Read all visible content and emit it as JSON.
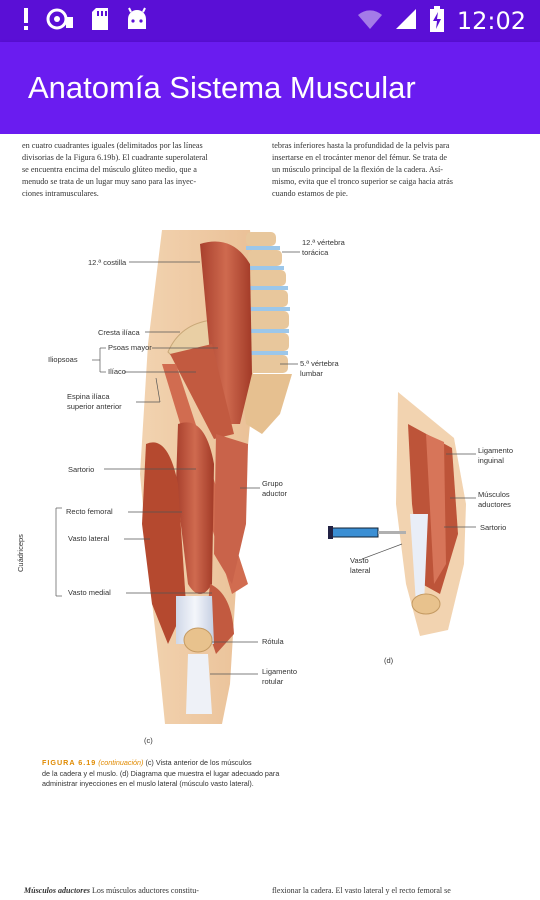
{
  "status_bar": {
    "time": "12:02",
    "icons": [
      "alert-icon",
      "sync-icon",
      "sd-card-icon",
      "android-icon",
      "wifi-icon",
      "signal-icon",
      "battery-icon"
    ]
  },
  "app_bar": {
    "title": "Anatomía Sistema Muscular"
  },
  "page": {
    "left_col": [
      "en cuatro cuadrantes iguales (delimitados por las líneas",
      "divisorias de la Figura 6.19b). El cuadrante superolateral",
      "se encuentra encima del músculo glúteo medio, que a",
      "menudo se trata de un lugar muy sano para las inyec-",
      "ciones intramusculares."
    ],
    "right_col": [
      "tebras inferiores hasta la profundidad de la pelvis para",
      "insertarse en el trocánter menor del fémur. Se trata de",
      "un músculo principal de la flexión de la cadera. Así-",
      "mismo, evita que el tronco superior se caiga hacia atrás",
      "cuando estamos de pie."
    ],
    "labels": {
      "costilla": "12.ª costilla",
      "vertebra_toracica": [
        "12.ª vértebra",
        "torácica"
      ],
      "cresta": "Cresta ilíaca",
      "iliopsoas": "Iliopsoas",
      "psoas": "Psoas mayor",
      "iliaco": "Ilíaco",
      "vertebra_lumbar": [
        "5.ª vértebra",
        "lumbar"
      ],
      "espina": [
        "Espina ilíaca",
        "superior anterior"
      ],
      "sartorio": "Sartorio",
      "grupo": [
        "Grupo",
        "aductor"
      ],
      "recto": "Recto femoral",
      "vasto_lateral": "Vasto lateral",
      "vasto_medial": "Vasto medial",
      "cuadriceps": "Cuádriceps",
      "rotula": "Rótula",
      "ligamento_rotular": [
        "Ligamento",
        "rotular"
      ],
      "panel_c": "(c)",
      "ligamento_inguinal": [
        "Ligamento",
        "inguinal"
      ],
      "musculos_aductores": [
        "Músculos",
        "aductores"
      ],
      "sartorio_d": "Sartorio",
      "vasto_lateral_d": [
        "Vasto",
        "lateral"
      ],
      "panel_d": "(d)"
    },
    "caption": {
      "figure_number": "FIGURA 6.19",
      "continuation": "(continuación)",
      "line1": "(c) Vista anterior de los músculos",
      "line2": "de la cadera y el muslo. (d) Diagrama que muestra el lugar adecuado para",
      "line3": "administrar inyecciones en el muslo lateral (músculo vasto lateral)."
    },
    "bottom_left_bold": "Músculos aductores",
    "bottom_left": "Los músculos aductores constitu-",
    "bottom_right": "flexionar la cadera. El vasto lateral y el recto femoral se"
  }
}
